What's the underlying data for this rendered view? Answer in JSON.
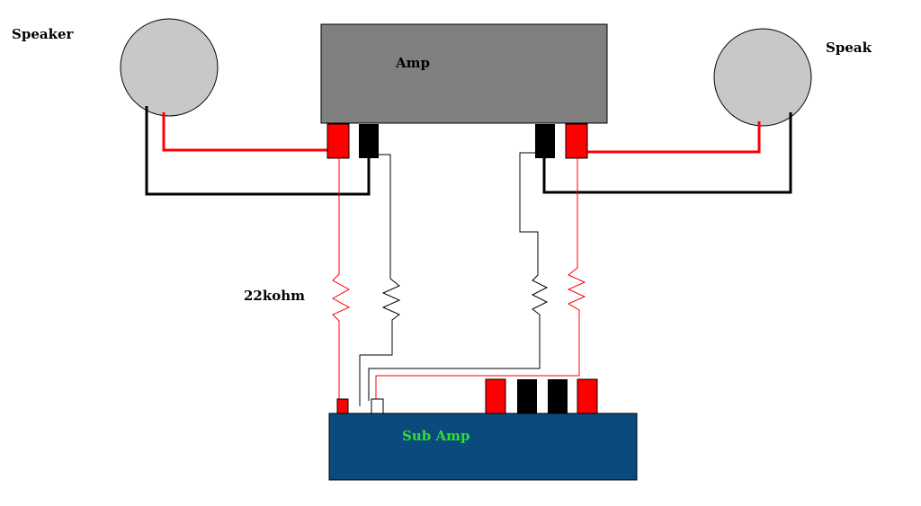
{
  "labels": {
    "speaker_left": "Speaker",
    "speaker_right": "Speak",
    "amp": "Amp",
    "resistor": "22kohm",
    "sub_amp": "Sub Amp"
  },
  "colors": {
    "amp_fill": "#808080",
    "speaker_fill": "#c8c8c8",
    "sub_amp_fill": "#0a4a7c",
    "sub_amp_label": "#33dd33",
    "positive": "#ff0000",
    "negative": "#000000"
  }
}
